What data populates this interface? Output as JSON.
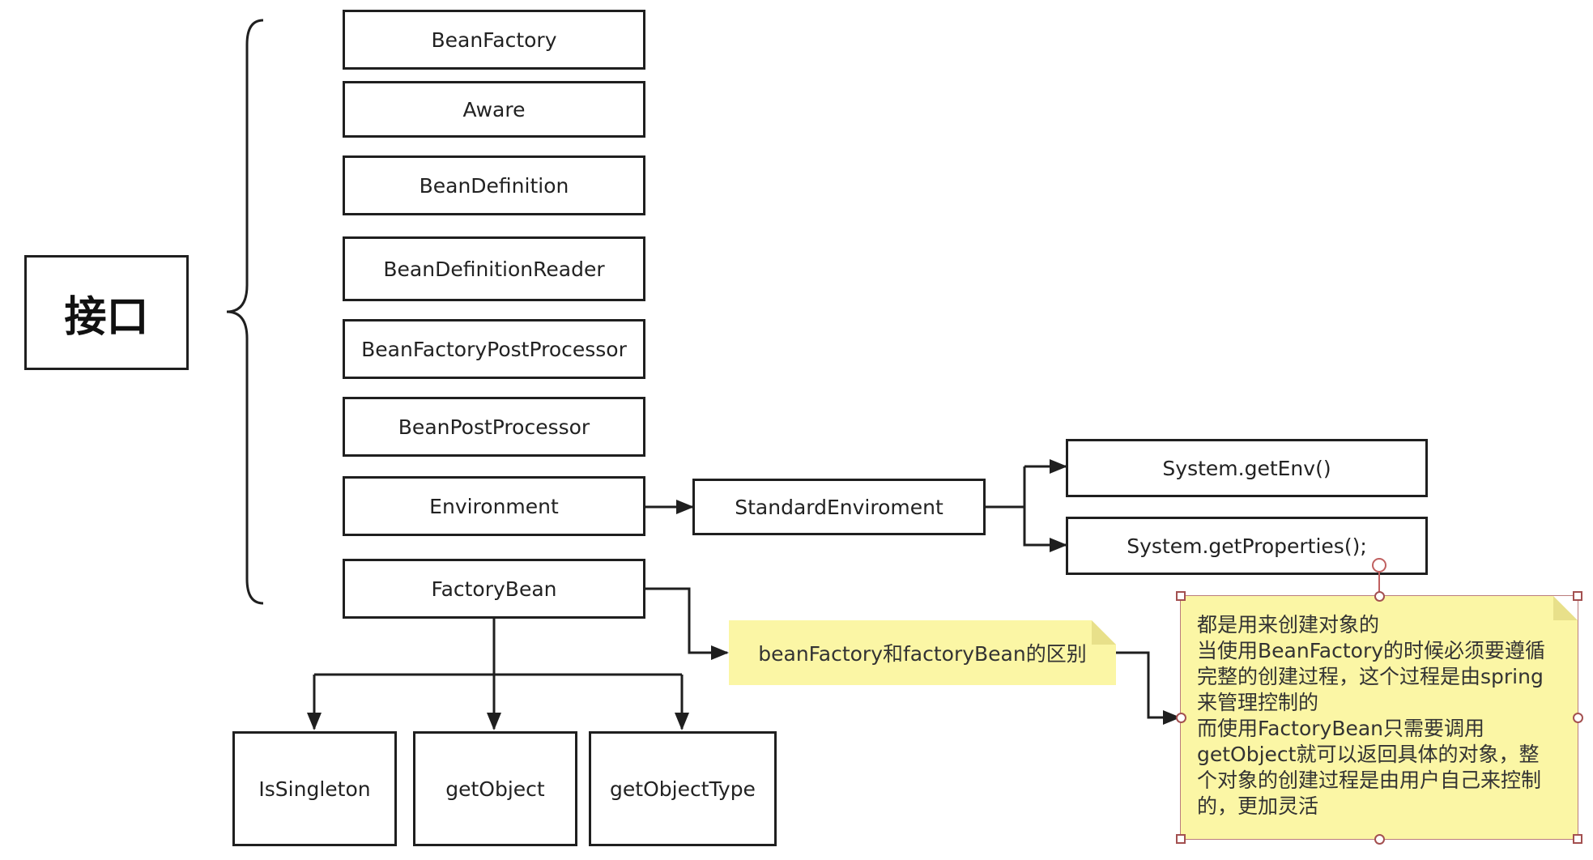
{
  "root": {
    "label": "接口"
  },
  "interfaces": [
    {
      "id": "bean-factory",
      "label": "BeanFactory"
    },
    {
      "id": "aware",
      "label": "Aware"
    },
    {
      "id": "bean-definition",
      "label": "BeanDefinition"
    },
    {
      "id": "bean-definition-reader",
      "label": "BeanDefinitionReader"
    },
    {
      "id": "bean-factory-post-processor",
      "label": "BeanFactoryPostProcessor"
    },
    {
      "id": "bean-post-processor",
      "label": "BeanPostProcessor"
    },
    {
      "id": "environment",
      "label": "Environment"
    },
    {
      "id": "factory-bean",
      "label": "FactoryBean"
    }
  ],
  "environment_branch": {
    "standard": "StandardEnviroment",
    "children": [
      "System.getEnv()",
      "System.getProperties();"
    ]
  },
  "factory_bean_methods": [
    "IsSingleton",
    "getObject",
    "getObjectType"
  ],
  "difference_note": {
    "label": "beanFactory和factoryBean的区别"
  },
  "explanation_note": {
    "lines": [
      "都是用来创建对象的",
      "当使用BeanFactory的时候必须要遵循",
      "完整的创建过程，这个过程是由spring",
      "来管理控制的",
      "而使用FactoryBean只需要调用",
      "getObject就可以返回具体的对象，整",
      "个对象的创建过程是由用户自己来控制",
      "的，更加灵活"
    ]
  },
  "colors": {
    "line": "#1f1f1f",
    "note_fill": "#fbf6a5",
    "selection_handle": "#a35050"
  }
}
